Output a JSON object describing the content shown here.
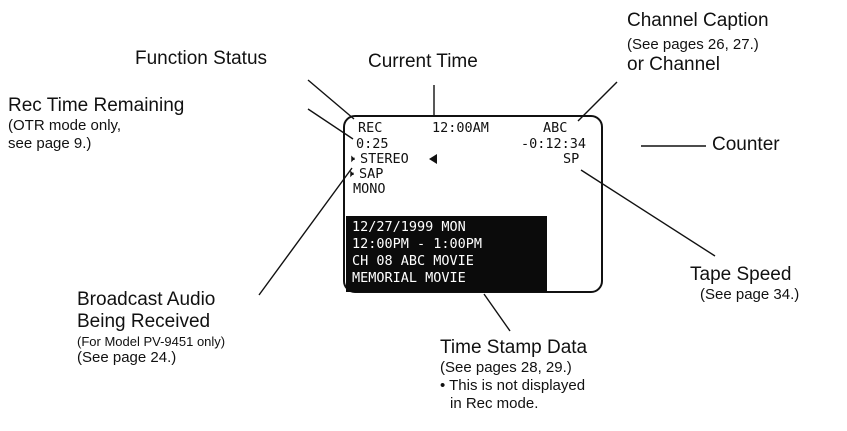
{
  "labels": {
    "function_status": "Function Status",
    "current_time": "Current Time",
    "channel_caption": {
      "line1": "Channel Caption",
      "line2": "(See pages 26, 27.)",
      "line3": "or Channel"
    },
    "rec_time_remaining": {
      "line1": "Rec Time Remaining",
      "line2": "(OTR mode only,",
      "line3": "see page 9.)"
    },
    "counter": "Counter",
    "broadcast_audio": {
      "line1": "Broadcast Audio",
      "line2": "Being Received",
      "line3": "(For Model PV-9451 only)",
      "line4": "(See page 24.)"
    },
    "tape_speed": {
      "line1": "Tape Speed",
      "line2": "(See page 34.)"
    },
    "time_stamp_data": {
      "line1": "Time Stamp Data",
      "line2": "(See pages 28, 29.)",
      "line3": "• This is not displayed",
      "line4": "in Rec mode."
    }
  },
  "screen": {
    "function_status": "REC",
    "current_time": "12:00AM",
    "channel": "ABC",
    "rec_time_remaining": "0:25",
    "counter": "-0:12:34",
    "audio_stereo": "STEREO",
    "audio_sap": "SAP",
    "audio_mono": "MONO",
    "tape_speed": "SP",
    "time_stamp": [
      "12/27/1999 MON",
      "12:00PM -  1:00PM",
      "CH 08 ABC  MOVIE",
      "MEMORIAL MOVIE"
    ]
  },
  "icons": {
    "stereo_indicator": "triangle-left-icon",
    "speaker": "speaker-icon"
  }
}
